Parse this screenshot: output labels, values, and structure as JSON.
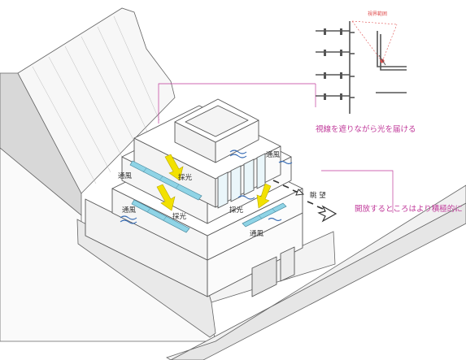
{
  "labels": {
    "view_range": "視界範囲",
    "caption_light": "視線を遮りながら光を届ける",
    "caption_open": "開放するところはより積極的に",
    "ventilation_1": "通風",
    "ventilation_2": "通風",
    "ventilation_3": "通風",
    "ventilation_4": "通風",
    "daylight_1": "採光",
    "daylight_2": "採光",
    "daylight_3": "採光",
    "view": "眺 望"
  },
  "colors": {
    "annotation_magenta": "#c0399a",
    "arrow_yellow": "#f2e100",
    "glass_cyan": "#8fd4e6",
    "wind_blue": "#3b6fb6",
    "line_gray": "#555555",
    "wall_fill": "#f4f4f4",
    "ground_gray": "#e2e2e2"
  }
}
